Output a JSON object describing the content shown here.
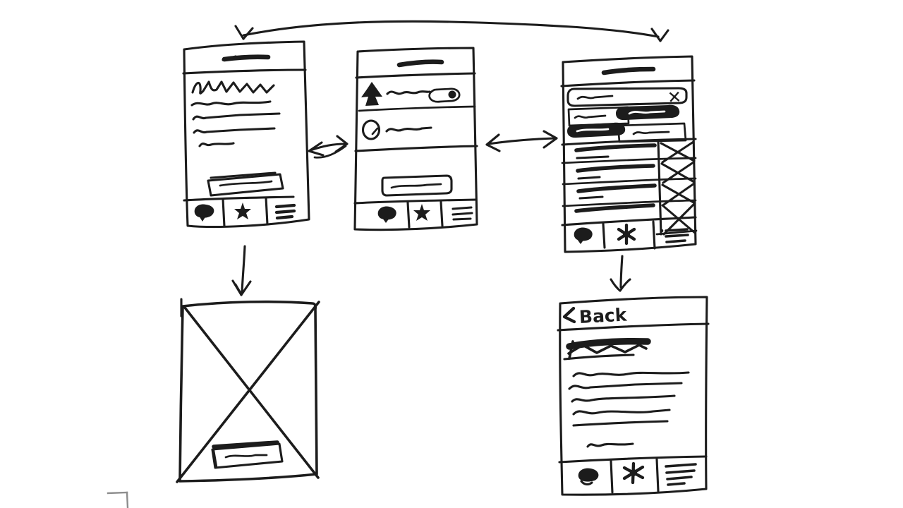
{
  "style": {
    "background": "#ffffff",
    "ink": "#1c1c1c",
    "corner_mark": "#8d8d8d"
  },
  "labels": {
    "back_label": "Back",
    "clear_glyph": "✕"
  },
  "icons": {
    "tab_bar": [
      "speech-bubble-icon",
      "star-icon",
      "menu-icon"
    ],
    "settings_row_1": "tree-icon",
    "settings_row_1_control": "toggle-switch",
    "settings_row_2": "clock-icon",
    "search_clear": "x-icon",
    "back_nav": "chevron-left-icon",
    "media": "crossed-box-placeholder"
  },
  "screens": [
    {
      "id": "article",
      "structure": "title bar, heading scribble, 4 text lines, primary button, 3-tab bar"
    },
    {
      "id": "settings",
      "structure": "title bar, row with tree icon + toggle (on), row with clock icon, primary button, 3-tab bar"
    },
    {
      "id": "search",
      "structure": "title bar, search field with clear ✕, 2 filter-chip rows (one chip selected per row), 4 result rows with crossed thumbnail boxes, 3-tab bar"
    },
    {
      "id": "image-placeholder",
      "structure": "large crossed-out media box with caption button"
    },
    {
      "id": "detail",
      "structure": "Back header, bold title scribble, 5 text lines, short line, 3-tab bar"
    }
  ],
  "search": {
    "result_rows": 4,
    "chip_rows": [
      {
        "chips": [
          {
            "selected": false
          },
          {
            "selected": true
          }
        ]
      },
      {
        "chips": [
          {
            "selected": true
          },
          {
            "selected": false
          }
        ]
      }
    ]
  },
  "connections": [
    {
      "from": "article",
      "to": "search",
      "type": "double-arrow",
      "route": "curved-over-top"
    },
    {
      "from": "article",
      "to": "settings",
      "type": "double-arrow"
    },
    {
      "from": "settings",
      "to": "search",
      "type": "double-arrow"
    },
    {
      "from": "article",
      "to": "image-placeholder",
      "type": "arrow-down"
    },
    {
      "from": "search",
      "to": "detail",
      "type": "arrow-down"
    }
  ]
}
